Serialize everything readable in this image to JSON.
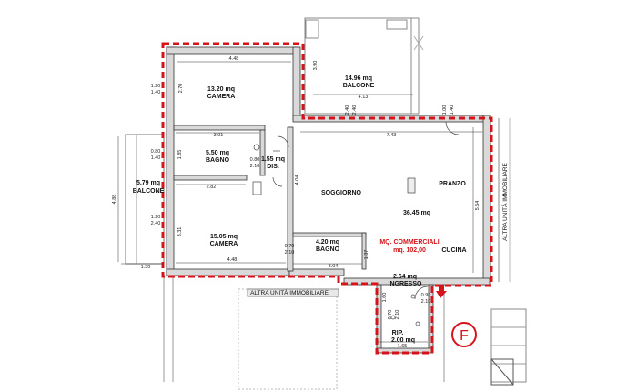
{
  "rooms": {
    "camera_top": {
      "area": "13.20 mq",
      "name": "CAMERA"
    },
    "balcone_top": {
      "area": "14.96 mq",
      "name": "BALCONE"
    },
    "bagno_top": {
      "area": "5.50 mq",
      "name": "BAGNO"
    },
    "dis": {
      "area": "1.55 mq",
      "name": "DIS."
    },
    "balcone_left": {
      "area": "5.79 mq",
      "name": "BALCONE"
    },
    "camera_bottom": {
      "area": "15.05 mq",
      "name": "CAMERA"
    },
    "bagno_bottom": {
      "area": "4.20 mq",
      "name": "BAGNO"
    },
    "soggiorno": {
      "name": "SOGGIORNO"
    },
    "pranzo": {
      "name": "PRANZO"
    },
    "living_area": {
      "area": "36.45 mq"
    },
    "cucina": {
      "name": "CUCINA"
    },
    "ingresso": {
      "area": "2.64 mq",
      "name": "INGRESSO"
    },
    "rip": {
      "area": "2.00 mq",
      "name": "RIP."
    }
  },
  "commercial": {
    "label": "MQ. COMMERCIALI",
    "value": "mq. 102,00"
  },
  "neighbors": {
    "right": "ALTRA UNITÀ IMMOBILIARE",
    "bottom": "ALTRA UNITÀ IMMOBILIARE"
  },
  "marker": "F",
  "dims": {
    "camera_top_width": "4.48",
    "camera_top_height": "2.70",
    "balcone_top_height": "3.90",
    "balcone_top_width": "4.13",
    "window_left_a": "1.20",
    "window_left_b": "1.40",
    "bagno_width": "3.01",
    "bagno_height": "1.85",
    "bagno_window_a": "0.80",
    "bagno_window_b": "1.40",
    "door_a": "0.80",
    "door_b": "2.10",
    "balcone_left_height": "4.88",
    "balcone_left_width": "1.30",
    "camera_bottom_width": "2.82",
    "camera_bottom_height": "3.31",
    "camera_bottom_base": "4.48",
    "window_c_a": "1.20",
    "window_c_b": "2.40",
    "living_width": "7.43",
    "living_height": "5.54",
    "dis_height": "4.04",
    "bagno_bottom_width": "3.04",
    "bagno_bottom_height": "1.37",
    "door_c_a": "0.70",
    "door_c_b": "2.10",
    "top_window_a": "2.40",
    "top_window_b": "2.40",
    "top_window_c": "1.00",
    "top_window_d": "1.40",
    "ingresso_door_a": "0.90",
    "ingresso_door_b": "2.10",
    "rip_door_a": "0.70",
    "rip_door_b": "2.10",
    "rip_height": "1.60",
    "rip_width": "1.65"
  }
}
